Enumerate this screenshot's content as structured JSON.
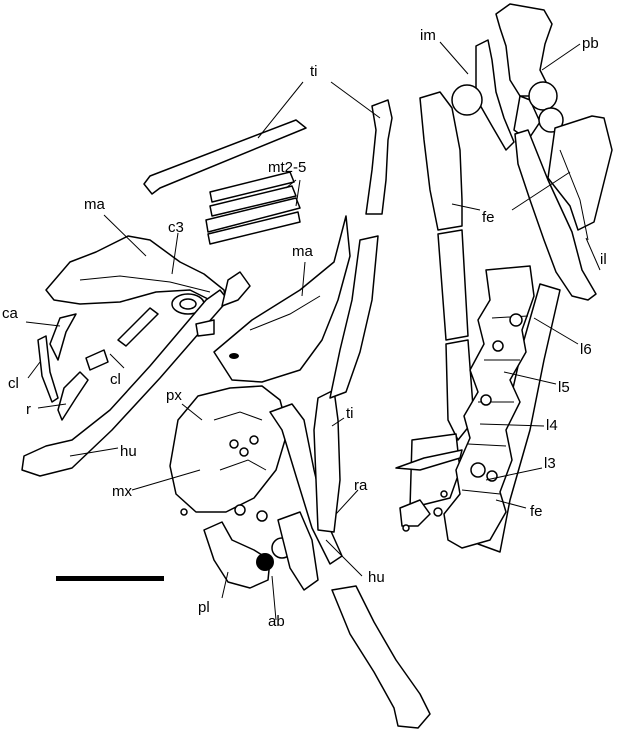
{
  "labels": {
    "ti_top": "ti",
    "mt": "mt2-5",
    "ma_left": "ma",
    "c3": "c3",
    "ma_mid": "ma",
    "ca": "ca",
    "cl_left": "cl",
    "cl_mid": "cl",
    "r": "r",
    "hu_left": "hu",
    "px": "px",
    "mx": "mx",
    "pl": "pl",
    "ab": "ab",
    "hu_bottom": "hu",
    "ra": "ra",
    "ti_mid": "ti",
    "im": "im",
    "pb": "pb",
    "fe_top": "fe",
    "il": "il",
    "l6": "l6",
    "l5": "l5",
    "l4": "l4",
    "l3": "l3",
    "fe_bottom": "fe"
  }
}
